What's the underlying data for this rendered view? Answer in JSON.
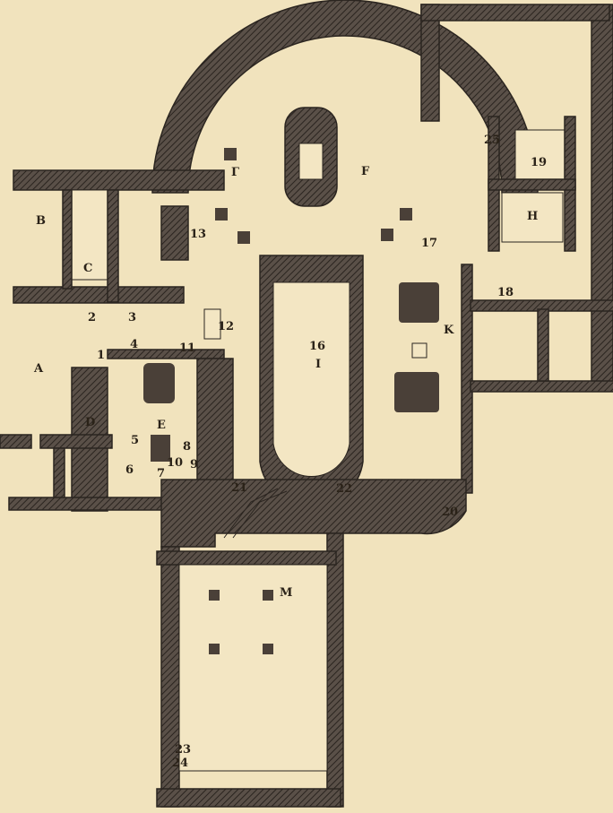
{
  "title": "Floor plan (rotated engraving)",
  "labels": {
    "A": "A",
    "B": "B",
    "C": "C",
    "D": "D",
    "E": "E",
    "F": "F",
    "G": "Г",
    "H": "H",
    "I": "I",
    "K": "K",
    "M": "M",
    "n1": "1",
    "n2": "2",
    "n3": "3",
    "n4": "4",
    "n5": "5",
    "n6": "6",
    "n7": "7",
    "n8": "8",
    "n9": "9",
    "n10": "10",
    "n11": "11",
    "n12": "12",
    "n13": "13",
    "n16": "16",
    "n17": "17",
    "n18": "18",
    "n19": "19",
    "n20": "20",
    "n21": "21",
    "n22": "22",
    "n23": "23",
    "n24": "24",
    "n25": "25"
  },
  "colors": {
    "paper": "#f1e3bd",
    "ink": "#2b2520"
  }
}
